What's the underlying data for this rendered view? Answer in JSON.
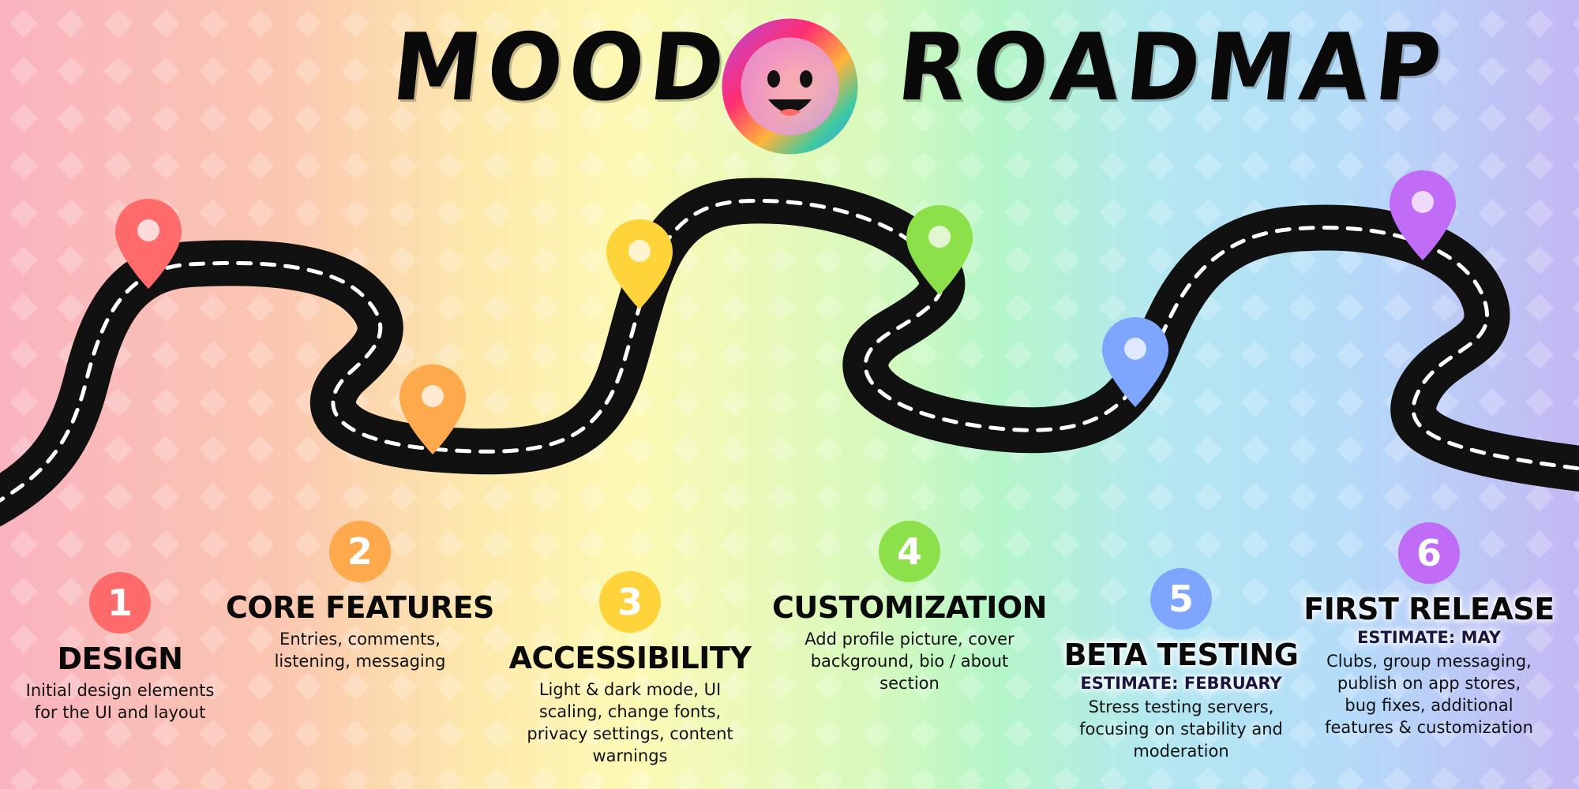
{
  "title": {
    "left": "MOODS",
    "right": "ROADMAP"
  },
  "colors": {
    "red": "#ff6b6b",
    "orange": "#ffa94d",
    "yellow": "#ffd43b",
    "green": "#8ce04a",
    "blue": "#7ea6ff",
    "purple": "#c06cf7",
    "road": "#111111"
  },
  "steps": [
    {
      "number": "1",
      "heading": "DESIGN",
      "estimate": "",
      "description": "Initial design elements\nfor the UI and layout",
      "color": "red"
    },
    {
      "number": "2",
      "heading": "CORE FEATURES",
      "estimate": "",
      "description": "Entries, comments,\nlistening, messaging",
      "color": "orange"
    },
    {
      "number": "3",
      "heading": "ACCESSIBILITY",
      "estimate": "",
      "description": "Light & dark mode, UI\nscaling, change fonts,\nprivacy settings, content\nwarnings",
      "color": "yellow"
    },
    {
      "number": "4",
      "heading": "CUSTOMIZATION",
      "estimate": "",
      "description": "Add profile picture, cover\nbackground, bio / about\nsection",
      "color": "green"
    },
    {
      "number": "5",
      "heading": "BETA TESTING",
      "estimate": "ESTIMATE: FEBRUARY",
      "description": "Stress testing servers,\nfocusing on stability and\nmoderation",
      "color": "blue"
    },
    {
      "number": "6",
      "heading": "FIRST RELEASE",
      "estimate": "ESTIMATE: MAY",
      "description": "Clubs, group messaging,\npublish on app stores,\nbug fixes, additional\nfeatures & customization",
      "color": "purple"
    }
  ]
}
